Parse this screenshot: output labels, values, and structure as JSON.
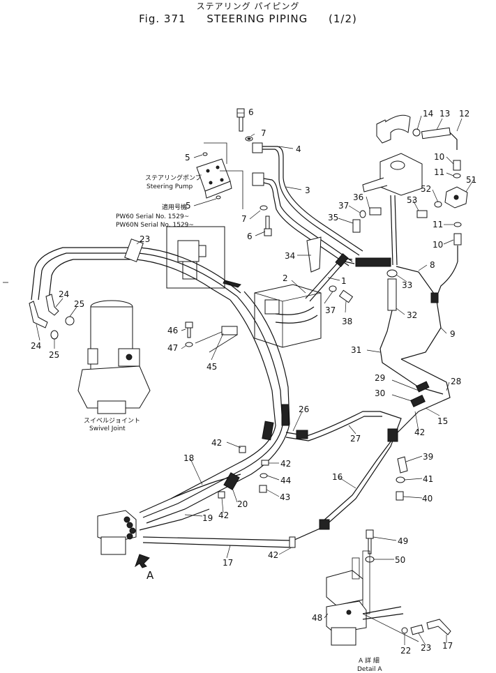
{
  "title": {
    "japanese": "ステアリング パイピング",
    "fig": "Fig. 371",
    "name": "STEERING PIPING",
    "sheet": "(1/2)"
  },
  "notes": {
    "steering_pump_jp": "ステアリングポンプ",
    "steering_pump": "Steering Pump",
    "serial_jp": "適用号機",
    "serial_1": "PW60 Serial No. 1529~",
    "serial_2": "PW60N Serial No. 1529~",
    "swivel_jp": "スイベルジョイント",
    "swivel": "Swivel Joint",
    "arrow_label": "A",
    "detail_jp": "A 詳 細",
    "detail": "Detail A"
  },
  "callouts": [
    {
      "id": "c6a",
      "text": "6"
    },
    {
      "id": "c7a",
      "text": "7"
    },
    {
      "id": "c4",
      "text": "4"
    },
    {
      "id": "c5a",
      "text": "5"
    },
    {
      "id": "c5b",
      "text": "5"
    },
    {
      "id": "c3",
      "text": "3"
    },
    {
      "id": "c7b",
      "text": "7"
    },
    {
      "id": "c6b",
      "text": "6"
    },
    {
      "id": "c14",
      "text": "14"
    },
    {
      "id": "c13",
      "text": "13"
    },
    {
      "id": "c12",
      "text": "12"
    },
    {
      "id": "c10a",
      "text": "10"
    },
    {
      "id": "c11a",
      "text": "11"
    },
    {
      "id": "c51",
      "text": "51"
    },
    {
      "id": "c52",
      "text": "52"
    },
    {
      "id": "c36",
      "text": "36"
    },
    {
      "id": "c37a",
      "text": "37"
    },
    {
      "id": "c35",
      "text": "35"
    },
    {
      "id": "c53",
      "text": "53"
    },
    {
      "id": "c11b",
      "text": "11"
    },
    {
      "id": "c10b",
      "text": "10"
    },
    {
      "id": "c23",
      "text": "23"
    },
    {
      "id": "c34",
      "text": "34"
    },
    {
      "id": "c8",
      "text": "8"
    },
    {
      "id": "c2",
      "text": "2"
    },
    {
      "id": "c1",
      "text": "1"
    },
    {
      "id": "c33",
      "text": "33"
    },
    {
      "id": "c37b",
      "text": "37"
    },
    {
      "id": "c38",
      "text": "38"
    },
    {
      "id": "c32",
      "text": "32"
    },
    {
      "id": "c24a",
      "text": "24"
    },
    {
      "id": "c25a",
      "text": "25"
    },
    {
      "id": "c46",
      "text": "46"
    },
    {
      "id": "c9",
      "text": "9"
    },
    {
      "id": "c24b",
      "text": "24"
    },
    {
      "id": "c25b",
      "text": "25"
    },
    {
      "id": "c47",
      "text": "47"
    },
    {
      "id": "c45",
      "text": "45"
    },
    {
      "id": "c31",
      "text": "31"
    },
    {
      "id": "c29",
      "text": "29"
    },
    {
      "id": "c28",
      "text": "28"
    },
    {
      "id": "c30",
      "text": "30"
    },
    {
      "id": "c26",
      "text": "26"
    },
    {
      "id": "c15",
      "text": "15"
    },
    {
      "id": "c42a",
      "text": "42"
    },
    {
      "id": "c27",
      "text": "27"
    },
    {
      "id": "c42b",
      "text": "42"
    },
    {
      "id": "c42c",
      "text": "42"
    },
    {
      "id": "c18",
      "text": "18"
    },
    {
      "id": "c39",
      "text": "39"
    },
    {
      "id": "c16",
      "text": "16"
    },
    {
      "id": "c44",
      "text": "44"
    },
    {
      "id": "c41",
      "text": "41"
    },
    {
      "id": "c20",
      "text": "20"
    },
    {
      "id": "c43",
      "text": "43"
    },
    {
      "id": "c40",
      "text": "40"
    },
    {
      "id": "c19",
      "text": "19"
    },
    {
      "id": "c42d",
      "text": "42"
    },
    {
      "id": "c49",
      "text": "49"
    },
    {
      "id": "c17a",
      "text": "17"
    },
    {
      "id": "c42e",
      "text": "42"
    },
    {
      "id": "c50",
      "text": "50"
    },
    {
      "id": "c48",
      "text": "48"
    },
    {
      "id": "c23b",
      "text": "23"
    },
    {
      "id": "c17b",
      "text": "17"
    },
    {
      "id": "c22",
      "text": "22"
    }
  ]
}
